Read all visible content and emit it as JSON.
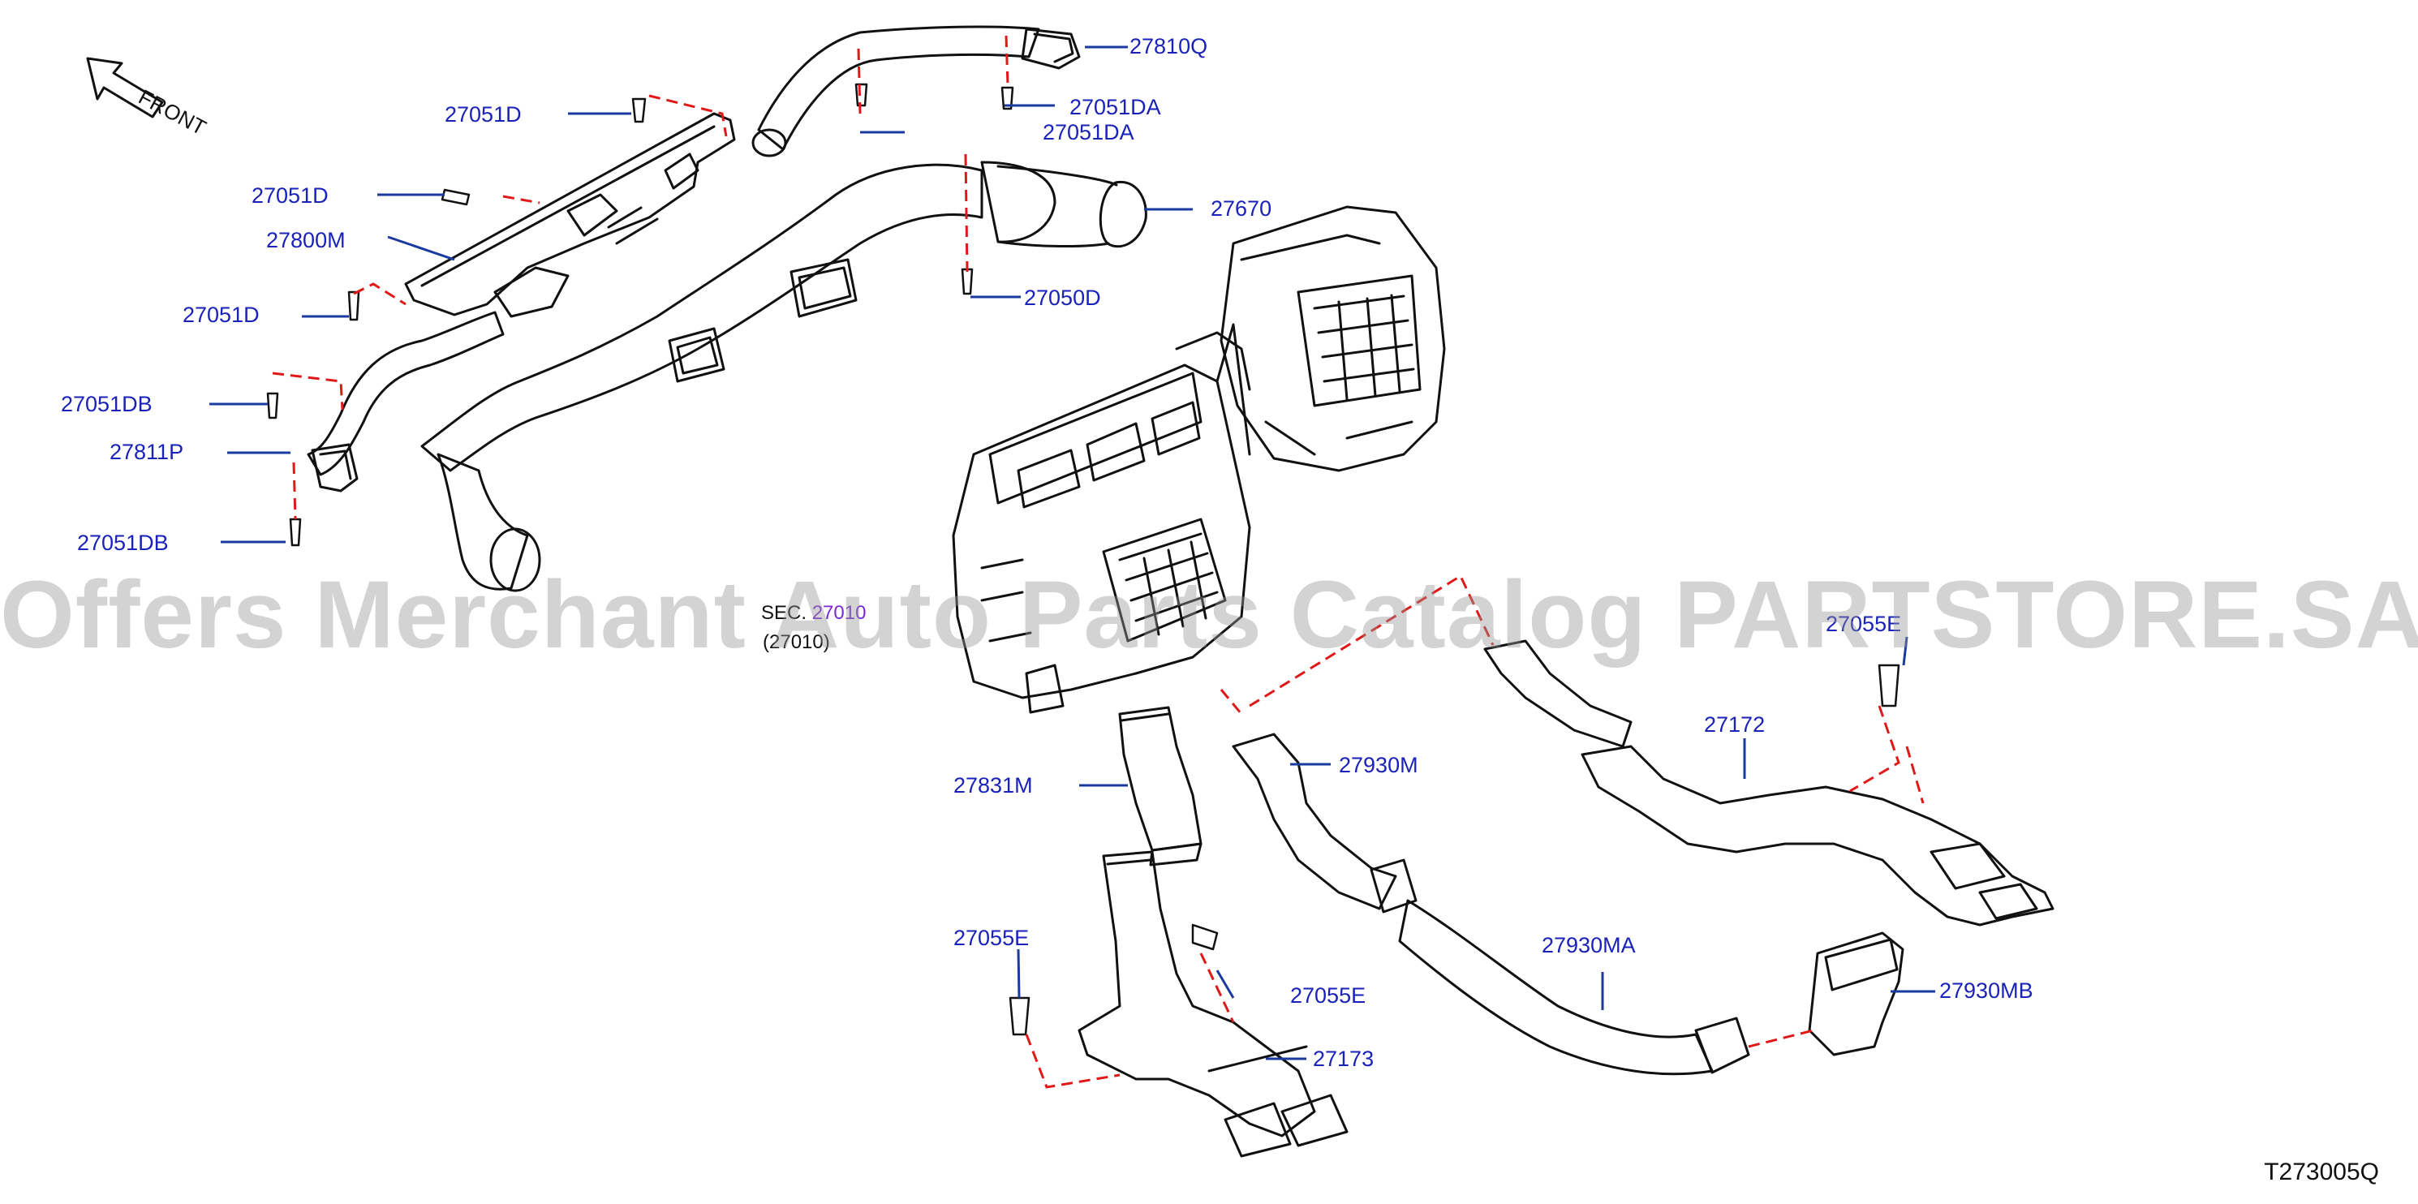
{
  "front_label": "FRONT",
  "callouts": {
    "c_27810Q": "27810Q",
    "c_27051DA_1": "27051DA",
    "c_27051DA_2": "27051DA",
    "c_27051D_1": "27051D",
    "c_27051D_2": "27051D",
    "c_27051D_3": "27051D",
    "c_27800M": "27800M",
    "c_27670": "27670",
    "c_27050D": "27050D",
    "c_27051DB_1": "27051DB",
    "c_27051DB_2": "27051DB",
    "c_27811P": "27811P",
    "c_sec_ref": "27010",
    "c_27172": "27172",
    "c_27055E_1": "27055E",
    "c_27055E_2": "27055E",
    "c_27055E_3": "27055E",
    "c_27930M": "27930M",
    "c_27831M": "27831M",
    "c_27930MA": "27930MA",
    "c_27930MB": "27930MB",
    "c_27173": "27173"
  },
  "legacy_text": "(27010)",
  "watermark": "Offers Merchant Auto Parts Catalog PARTSTORE.SA",
  "diagram_id": "T273005Q",
  "colors": {
    "callout": "#1a22b8",
    "leader": "#1a3aa0",
    "dash": "#e01818",
    "line": "#111111"
  }
}
